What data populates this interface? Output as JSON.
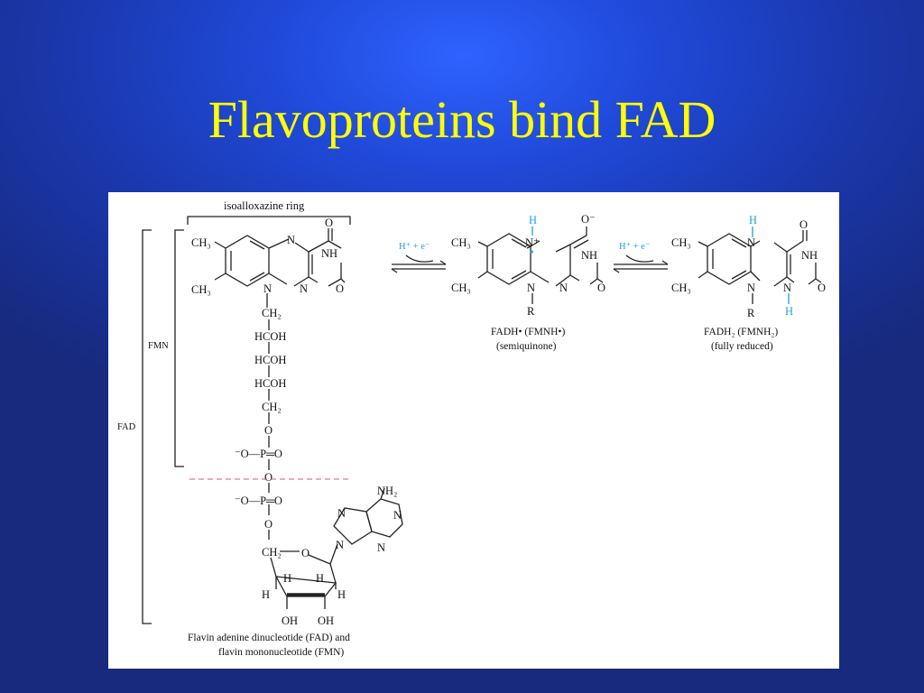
{
  "slide": {
    "title": "Flavoproteins bind FAD"
  },
  "figure": {
    "bracket_labels": {
      "isoalloxazine": "isoalloxazine ring",
      "fmn": "FMN",
      "fad": "FAD"
    },
    "atoms": {
      "ch3": "CH₃",
      "n": "N",
      "nh": "NH",
      "o": "O",
      "o_minus": "O⁻",
      "h": "H",
      "r": "R",
      "ch2": "CH₂",
      "hcoh": "HCOH",
      "phos_o": "⁻O—P═O",
      "nh2": "NH₂",
      "oh": "OH",
      "n_plus": "N⁺"
    },
    "reaction": {
      "reagent": "H⁺ + e⁻"
    },
    "captions": {
      "fad_line1": "Flavin adenine dinucleotide (FAD) and",
      "fad_line2": "flavin mononucleotide (FMN)",
      "semi_line1": "FADH• (FMNH•)",
      "semi_line2": "(semiquinone)",
      "red_line1": "FADH₂ (FMNH₂)",
      "red_line2": "(fully reduced)"
    },
    "colors": {
      "highlight": "#1e9fe0",
      "divider": "#e0507a",
      "title": "#ffff00"
    }
  }
}
